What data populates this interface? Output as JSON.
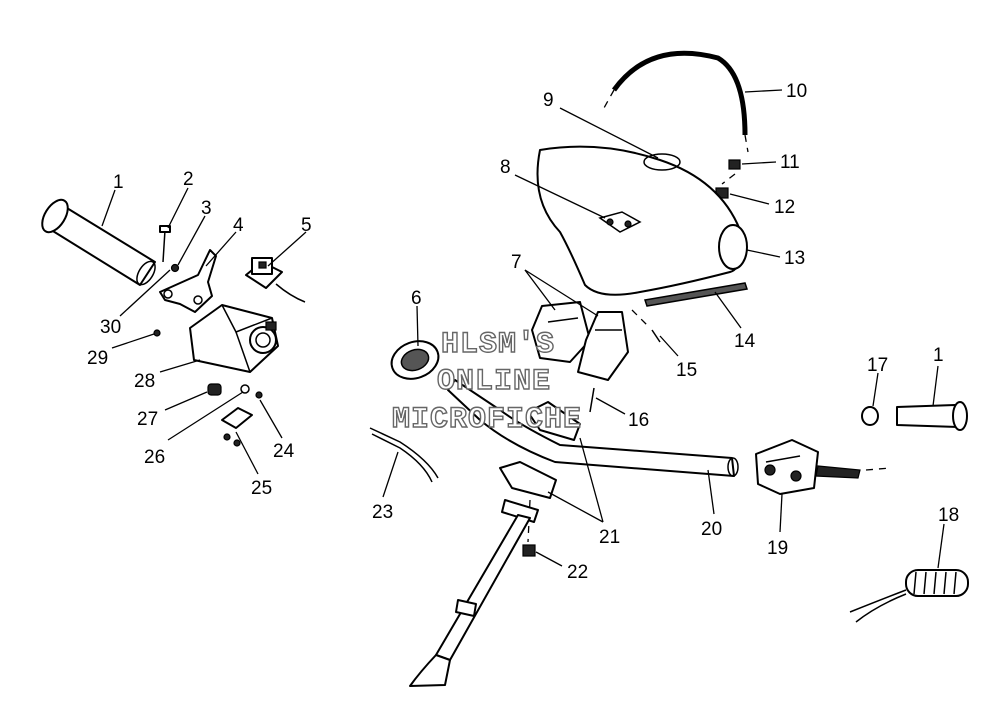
{
  "callouts": [
    {
      "id": "1a",
      "text": "1"
    },
    {
      "id": "2",
      "text": "2"
    },
    {
      "id": "3",
      "text": "3"
    },
    {
      "id": "4",
      "text": "4"
    },
    {
      "id": "5",
      "text": "5"
    },
    {
      "id": "6",
      "text": "6"
    },
    {
      "id": "7",
      "text": "7"
    },
    {
      "id": "8",
      "text": "8"
    },
    {
      "id": "9",
      "text": "9"
    },
    {
      "id": "10",
      "text": "10"
    },
    {
      "id": "11",
      "text": "11"
    },
    {
      "id": "12",
      "text": "12"
    },
    {
      "id": "13",
      "text": "13"
    },
    {
      "id": "14",
      "text": "14"
    },
    {
      "id": "15",
      "text": "15"
    },
    {
      "id": "16",
      "text": "16"
    },
    {
      "id": "17",
      "text": "17"
    },
    {
      "id": "1b",
      "text": "1"
    },
    {
      "id": "18",
      "text": "18"
    },
    {
      "id": "19",
      "text": "19"
    },
    {
      "id": "20",
      "text": "20"
    },
    {
      "id": "21",
      "text": "21"
    },
    {
      "id": "22",
      "text": "22"
    },
    {
      "id": "23",
      "text": "23"
    },
    {
      "id": "24",
      "text": "24"
    },
    {
      "id": "25",
      "text": "25"
    },
    {
      "id": "26",
      "text": "26"
    },
    {
      "id": "27",
      "text": "27"
    },
    {
      "id": "28",
      "text": "28"
    },
    {
      "id": "29",
      "text": "29"
    },
    {
      "id": "30",
      "text": "30"
    }
  ],
  "watermark": {
    "line1": "HLSM'S",
    "line2": "ONLINE",
    "line3": "MICROFICHE"
  }
}
